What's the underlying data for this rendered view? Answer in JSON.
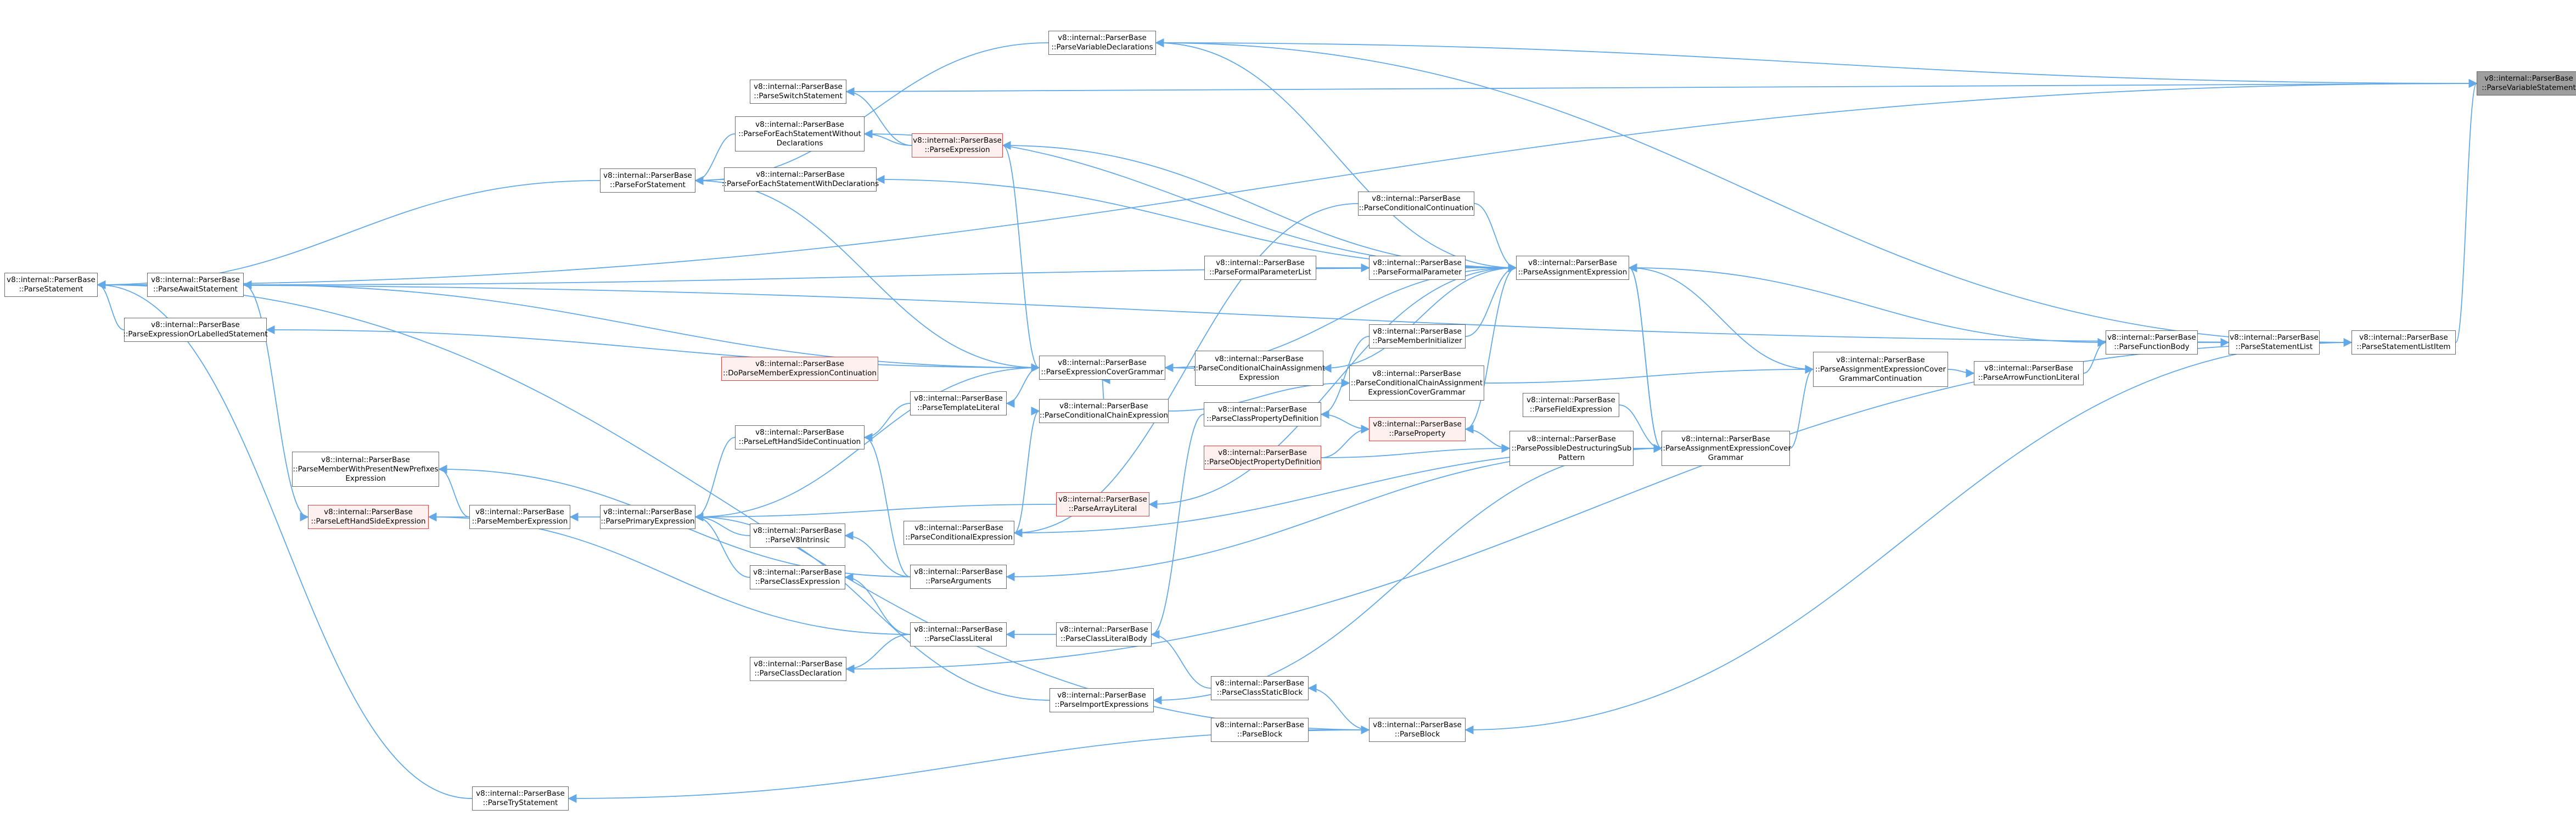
{
  "graph": {
    "edge_color": "#63a9e8",
    "node_border_color": "#6a6a6a",
    "highlight_border_color": "#e04040",
    "highlight_fill_color": "#fff0f0",
    "root_fill_color": "#9e9e9e",
    "nodes": [
      {
        "id": "root",
        "lines": [
          "v8::internal::ParserBase",
          "::ParseVariableStatement"
        ],
        "style": "root"
      },
      {
        "id": "parseStatement",
        "lines": [
          "v8::internal::ParserBase",
          "::ParseStatement"
        ]
      },
      {
        "id": "parseAwaitStatement",
        "lines": [
          "v8::internal::ParserBase",
          "::ParseAwaitStatement"
        ]
      },
      {
        "id": "parseExpressionOrLabelled",
        "lines": [
          "v8::internal::ParserBase",
          "::ParseExpressionOrLabelledStatement"
        ]
      },
      {
        "id": "parseVariableDeclarations",
        "lines": [
          "v8::internal::ParserBase",
          "::ParseVariableDeclarations"
        ]
      },
      {
        "id": "parseSwitchStatement",
        "lines": [
          "v8::internal::ParserBase",
          "::ParseSwitchStatement"
        ]
      },
      {
        "id": "parseForEachWithout",
        "lines": [
          "v8::internal::ParserBase",
          "::ParseForEachStatementWithout",
          "Declarations"
        ]
      },
      {
        "id": "parseForEachWith",
        "lines": [
          "v8::internal::ParserBase",
          "::ParseForEachStatementWithDeclarations"
        ]
      },
      {
        "id": "parseForStatement",
        "lines": [
          "v8::internal::ParserBase",
          "::ParseForStatement"
        ]
      },
      {
        "id": "parseExpression",
        "lines": [
          "v8::internal::ParserBase",
          "::ParseExpression"
        ],
        "style": "red"
      },
      {
        "id": "parseConditionalContinuation",
        "lines": [
          "v8::internal::ParserBase",
          "::ParseConditionalContinuation"
        ]
      },
      {
        "id": "parseFormalParameterList",
        "lines": [
          "v8::internal::ParserBase",
          "::ParseFormalParameterList"
        ]
      },
      {
        "id": "parseFormalParameter",
        "lines": [
          "v8::internal::ParserBase",
          "::ParseFormalParameter"
        ]
      },
      {
        "id": "parseAssignmentExpression",
        "lines": [
          "v8::internal::ParserBase",
          "::ParseAssignmentExpression"
        ]
      },
      {
        "id": "parseMemberInitializer",
        "lines": [
          "v8::internal::ParserBase",
          "::ParseMemberInitializer"
        ]
      },
      {
        "id": "doParseMemberExpressionContinuation",
        "lines": [
          "v8::internal::ParserBase",
          "::DoParseMemberExpressionContinuation"
        ],
        "style": "red"
      },
      {
        "id": "parseExpressionCoverGrammar",
        "lines": [
          "v8::internal::ParserBase",
          "::ParseExpressionCoverGrammar"
        ]
      },
      {
        "id": "parseConditionalChainAssignmentExpression",
        "lines": [
          "v8::internal::ParserBase",
          "::ParseConditionalChainAssignment",
          "Expression"
        ]
      },
      {
        "id": "parseConditionalChainAssignmentExpressionCover",
        "lines": [
          "v8::internal::ParserBase",
          "::ParseConditionalChainAssignment",
          "ExpressionCoverGrammar"
        ]
      },
      {
        "id": "parseTemplateLiteral",
        "lines": [
          "v8::internal::ParserBase",
          "::ParseTemplateLiteral"
        ]
      },
      {
        "id": "parseConditionalChainExpression",
        "lines": [
          "v8::internal::ParserBase",
          "::ParseConditionalChainExpression"
        ]
      },
      {
        "id": "parseClassPropertyDefinition",
        "lines": [
          "v8::internal::ParserBase",
          "::ParseClassPropertyDefinition"
        ]
      },
      {
        "id": "parseProperty",
        "lines": [
          "v8::internal::ParserBase",
          "::ParseProperty"
        ],
        "style": "red"
      },
      {
        "id": "parseFieldExpression",
        "lines": [
          "v8::internal::ParserBase",
          "::ParseFieldExpression"
        ]
      },
      {
        "id": "parseAssignmentExpressionCoverGrammarContinuation",
        "lines": [
          "v8::internal::ParserBase",
          "::ParseAssignmentExpressionCover",
          "GrammarContinuation"
        ]
      },
      {
        "id": "parseArrowFunctionLiteral",
        "lines": [
          "v8::internal::ParserBase",
          "::ParseArrowFunctionLiteral"
        ]
      },
      {
        "id": "parseFunctionBody",
        "lines": [
          "v8::internal::ParserBase",
          "::ParseFunctionBody"
        ]
      },
      {
        "id": "parseStatementList",
        "lines": [
          "v8::internal::ParserBase",
          "::ParseStatementList"
        ]
      },
      {
        "id": "parseStatementListItem",
        "lines": [
          "v8::internal::ParserBase",
          "::ParseStatementListItem"
        ]
      },
      {
        "id": "parseLeftHandSideContinuation",
        "lines": [
          "v8::internal::ParserBase",
          "::ParseLeftHandSideContinuation"
        ]
      },
      {
        "id": "parseObjectPropertyDefinition",
        "lines": [
          "v8::internal::ParserBase",
          "::ParseObjectPropertyDefinition"
        ],
        "style": "red"
      },
      {
        "id": "parsePossibleDestructuringSubPattern",
        "lines": [
          "v8::internal::ParserBase",
          "::ParsePossibleDestructuringSub",
          "Pattern"
        ]
      },
      {
        "id": "parseAssignmentExpressionCoverGrammar",
        "lines": [
          "v8::internal::ParserBase",
          "::ParseAssignmentExpressionCover",
          "Grammar"
        ]
      },
      {
        "id": "parseMemberWithPresentNewPrefixes",
        "lines": [
          "v8::internal::ParserBase",
          "::ParseMemberWithPresentNewPrefixes",
          "Expression"
        ]
      },
      {
        "id": "parseLeftHandSideExpression",
        "lines": [
          "v8::internal::ParserBase",
          "::ParseLeftHandSideExpression"
        ],
        "style": "red"
      },
      {
        "id": "parseMemberExpression",
        "lines": [
          "v8::internal::ParserBase",
          "::ParseMemberExpression"
        ]
      },
      {
        "id": "parsePrimaryExpression",
        "lines": [
          "v8::internal::ParserBase",
          "::ParsePrimaryExpression"
        ]
      },
      {
        "id": "parseV8Intrinsic",
        "lines": [
          "v8::internal::ParserBase",
          "::ParseV8Intrinsic"
        ]
      },
      {
        "id": "parseArrayLiteral",
        "lines": [
          "v8::internal::ParserBase",
          "::ParseArrayLiteral"
        ],
        "style": "red"
      },
      {
        "id": "parseConditionalExpression",
        "lines": [
          "v8::internal::ParserBase",
          "::ParseConditionalExpression"
        ]
      },
      {
        "id": "parseClassExpression",
        "lines": [
          "v8::internal::ParserBase",
          "::ParseClassExpression"
        ]
      },
      {
        "id": "parseArguments",
        "lines": [
          "v8::internal::ParserBase",
          "::ParseArguments"
        ]
      },
      {
        "id": "parseClassLiteral",
        "lines": [
          "v8::internal::ParserBase",
          "::ParseClassLiteral"
        ]
      },
      {
        "id": "parseClassLiteralBody",
        "lines": [
          "v8::internal::ParserBase",
          "::ParseClassLiteralBody"
        ]
      },
      {
        "id": "parseClassDeclaration",
        "lines": [
          "v8::internal::ParserBase",
          "::ParseClassDeclaration"
        ]
      },
      {
        "id": "parseClassStaticBlock",
        "lines": [
          "v8::internal::ParserBase",
          "::ParseClassStaticBlock"
        ]
      },
      {
        "id": "parseImportExpressions",
        "lines": [
          "v8::internal::ParserBase",
          "::ParseImportExpressions"
        ]
      },
      {
        "id": "parseBlockSmall",
        "lines": [
          "v8::internal::ParserBase",
          "::ParseBlock"
        ]
      },
      {
        "id": "parseBlock",
        "lines": [
          "v8::internal::ParserBase",
          "::ParseBlock"
        ]
      },
      {
        "id": "parseTryStatement",
        "lines": [
          "v8::internal::ParserBase",
          "::ParseTryStatement"
        ]
      }
    ],
    "edges": [
      [
        "parseStatementListItem",
        "root"
      ],
      [
        "parseVariableDeclarations",
        "root"
      ],
      [
        "parseSwitchStatement",
        "root"
      ],
      [
        "parseStatement",
        "root"
      ],
      [
        "parseStatementList",
        "parseStatementListItem"
      ],
      [
        "parseFunctionBody",
        "parseStatementList"
      ],
      [
        "parseArrowFunctionLiteral",
        "parseFunctionBody"
      ],
      [
        "parseAssignmentExpressionCoverGrammarContinuation",
        "parseArrowFunctionLiteral"
      ],
      [
        "parseAssignmentExpressionCoverGrammar",
        "parseAssignmentExpressionCoverGrammarContinuation"
      ],
      [
        "parseAssignmentExpressionCoverGrammarContinuation",
        "parseAssignmentExpression"
      ],
      [
        "parseFunctionBody",
        "parseAssignmentExpression"
      ],
      [
        "parseStatementListItem",
        "parseVariableDeclarations"
      ],
      [
        "parseAssignmentExpression",
        "parseAssignmentExpressionCoverGrammar"
      ],
      [
        "parseAssignmentExpressionCoverGrammar",
        "parseAssignmentExpression"
      ],
      [
        "parseFormalParameter",
        "parseAssignmentExpression"
      ],
      [
        "parseFormalParameterList",
        "parseFormalParameter"
      ],
      [
        "parseMemberInitializer",
        "parseAssignmentExpression"
      ],
      [
        "parseConditionalContinuation",
        "parseAssignmentExpression"
      ],
      [
        "parseAssignmentExpression",
        "parseExpression"
      ],
      [
        "parseAssignmentExpression",
        "parseForEachWithout"
      ],
      [
        "parseAssignmentExpression",
        "parseForEachWith"
      ],
      [
        "parseAssignmentExpression",
        "parseAwaitStatement"
      ],
      [
        "parseAssignmentExpression",
        "parseVariableDeclarations"
      ],
      [
        "parseAssignmentExpression",
        "parseConditionalChainAssignmentExpression"
      ],
      [
        "parseAssignmentExpression",
        "parseProperty"
      ],
      [
        "parseAssignmentExpression",
        "parseArrayLiteral"
      ],
      [
        "parseAssignmentExpression",
        "parseExpressionCoverGrammar"
      ],
      [
        "parseExpression",
        "parseExpressionCoverGrammar"
      ],
      [
        "parseExpressionCoverGrammar",
        "parseExpressionOrLabelled"
      ],
      [
        "parseExpressionCoverGrammar",
        "parseForStatement"
      ],
      [
        "parseExpressionCoverGrammar",
        "parseTemplateLiteral"
      ],
      [
        "parseExpressionCoverGrammar",
        "parsePrimaryExpression"
      ],
      [
        "parseExpressionCoverGrammar",
        "parseAwaitStatement"
      ],
      [
        "parseConditionalChainAssignmentExpression",
        "parseExpressionCoverGrammar"
      ],
      [
        "parseConditionalChainAssignmentExpressionCover",
        "parseAssignmentExpressionCoverGrammarContinuation"
      ],
      [
        "parseConditionalChainExpression",
        "parseConditionalChainAssignmentExpressionCover"
      ],
      [
        "parseConditionalExpression",
        "parseConditionalChainExpression"
      ],
      [
        "parseAssignmentExpressionCoverGrammar",
        "parseConditionalExpression"
      ],
      [
        "parseExpression",
        "parseSwitchStatement"
      ],
      [
        "parseExpression",
        "parseForEachWithout"
      ],
      [
        "parseForEachWithout",
        "parseForStatement"
      ],
      [
        "parseForEachWith",
        "parseForStatement"
      ],
      [
        "parseForStatement",
        "parseStatement"
      ],
      [
        "parseVariableDeclarations",
        "parseForStatement"
      ],
      [
        "parseAwaitStatement",
        "parseStatement"
      ],
      [
        "parseExpressionOrLabelled",
        "parseStatement"
      ],
      [
        "parseStatementListItem",
        "parseStatement"
      ],
      [
        "parseBlock",
        "parseStatement"
      ],
      [
        "parseTryStatement",
        "parseStatement"
      ],
      [
        "parseFieldExpression",
        "parseAssignmentExpressionCoverGrammar"
      ],
      [
        "parsePossibleDestructuringSubPattern",
        "parseAssignmentExpressionCoverGrammar"
      ],
      [
        "parseProperty",
        "parsePossibleDestructuringSubPattern"
      ],
      [
        "parseObjectPropertyDefinition",
        "parsePossibleDestructuringSubPattern"
      ],
      [
        "parseClassPropertyDefinition",
        "parseProperty"
      ],
      [
        "parseObjectPropertyDefinition",
        "parseProperty"
      ],
      [
        "parseMemberInitializer",
        "parseClassPropertyDefinition"
      ],
      [
        "parseLeftHandSideContinuation",
        "parsePrimaryExpression"
      ],
      [
        "parseTemplateLiteral",
        "parseLeftHandSideContinuation"
      ],
      [
        "parseDoParse",
        "parseTemplateLiteral"
      ],
      [
        "parseMemberExpression",
        "parseMemberWithPresentNewPrefixes"
      ],
      [
        "parseMemberExpression",
        "parseLeftHandSideExpression"
      ],
      [
        "parsePrimaryExpression",
        "parseMemberExpression"
      ],
      [
        "parseV8Intrinsic",
        "parsePrimaryExpression"
      ],
      [
        "parseClassExpression",
        "parsePrimaryExpression"
      ],
      [
        "parseArguments",
        "parseV8Intrinsic"
      ],
      [
        "parseArguments",
        "parseLeftHandSideContinuation"
      ],
      [
        "parseArguments",
        "parseMemberWithPresentNewPrefixes"
      ],
      [
        "parseAssignmentExpressionCoverGrammar",
        "parseArguments"
      ],
      [
        "parseClassLiteral",
        "parseClassExpression"
      ],
      [
        "parseClassLiteral",
        "parseClassDeclaration"
      ],
      [
        "parseClassLiteral",
        "parseLeftHandSideExpression"
      ],
      [
        "parseClassLiteralBody",
        "parseClassLiteral"
      ],
      [
        "parseClassPropertyDefinition",
        "parseClassLiteralBody"
      ],
      [
        "parseClassStaticBlock",
        "parseClassLiteralBody"
      ],
      [
        "parseBlock",
        "parseClassStaticBlock"
      ],
      [
        "parseBlockSmall",
        "parseBlock"
      ],
      [
        "parseStatementListItem",
        "parseBlock"
      ],
      [
        "parseAssignmentExpressionCoverGrammar",
        "parseImportExpressions"
      ],
      [
        "parseImportExpressions",
        "parsePrimaryExpression"
      ],
      [
        "parseAwaitStatement",
        "parseLeftHandSideExpression"
      ],
      [
        "parseStatementListItem",
        "parseClassDeclaration"
      ],
      [
        "parseArrayLiteral",
        "parsePrimaryExpression"
      ],
      [
        "parseConditionalChainExpression",
        "parseExpressionCoverGrammar"
      ],
      [
        "parseConditionalContinuation",
        "parseConditionalExpression"
      ],
      [
        "parseBlock",
        "parseTryStatement"
      ]
    ]
  }
}
